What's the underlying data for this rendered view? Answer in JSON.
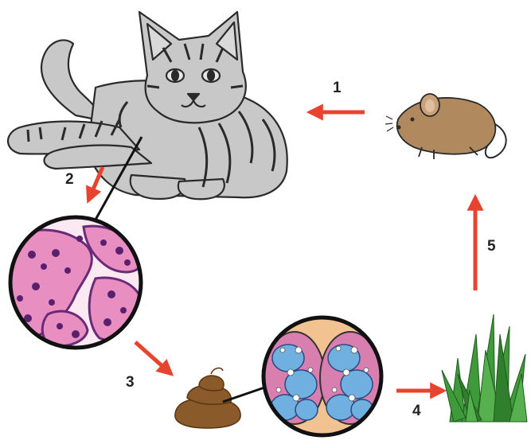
{
  "steps": [
    {
      "number": "1"
    },
    {
      "number": "2"
    },
    {
      "number": "3"
    },
    {
      "number": "4"
    },
    {
      "number": "5"
    }
  ],
  "colors": {
    "arrow": "#e8432e",
    "cat_fur": "#c8c8c8",
    "cat_stripes": "#2a2a2a",
    "mouse_fur": "#b08a5e",
    "tissue_pink": "#e98ec0",
    "tissue_purple": "#6a2a7a",
    "feces": "#8b5a2b",
    "oocyst_wall": "#f2c291",
    "sporocyst": "#6fb0e0",
    "grass": "#3f9a3a"
  },
  "icons": [
    "cat-icon",
    "mouse-icon",
    "intestine-tissue-icon",
    "feces-icon",
    "oocyst-icon",
    "grass-icon"
  ]
}
